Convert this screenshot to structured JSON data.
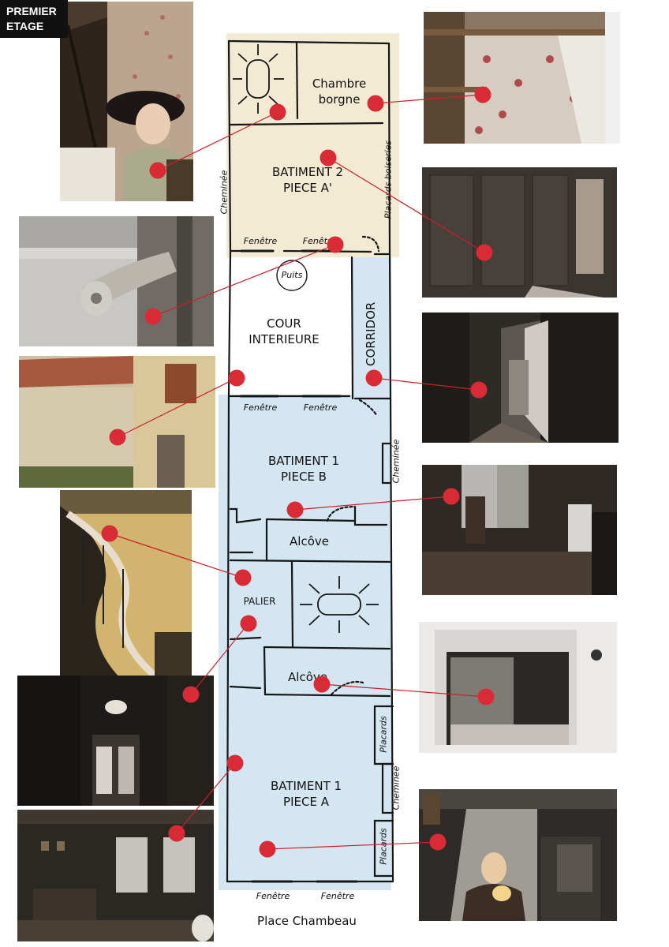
{
  "header": {
    "line1": "PREMIER",
    "line2": "ETAGE"
  },
  "rooms": {
    "chambre_borgne_1": "Chambre",
    "chambre_borgne_2": "borgne",
    "b2_1": "BATIMENT 2",
    "b2_2": "PIECE A'",
    "puits": "Puits",
    "cour_1": "COUR",
    "cour_2": "INTERIEURE",
    "corridor": "CORRIDOR",
    "b1b_1": "BATIMENT 1",
    "b1b_2": "PIECE B",
    "alcove1": "Alcôve",
    "palier": "PALIER",
    "alcove2": "Alcôve",
    "b1a_1": "BATIMENT 1",
    "b1a_2": "PIECE A"
  },
  "labels": {
    "cheminee_left": "Cheminée",
    "placards_boiseries": "Placards boiseries",
    "fenetre_b2_1": "Fenêtre",
    "fenetre_b2_2": "Fenêtre",
    "fenetre_cour_1": "Fenêtre",
    "fenetre_cour_2": "Fenêtre",
    "cheminee_b": "Cheminée",
    "placards_1": "Placards",
    "cheminee_a": "Cheminée",
    "placards_2": "Placards",
    "fenetre_bot_1": "Fenêtre",
    "fenetre_bot_2": "Fenêtre",
    "street": "Place Chambeau"
  },
  "colors": {
    "beige": "#f3ead3",
    "blue": "#d4e6f2",
    "marker": "#d92b35",
    "line": "#cc1f2b"
  }
}
